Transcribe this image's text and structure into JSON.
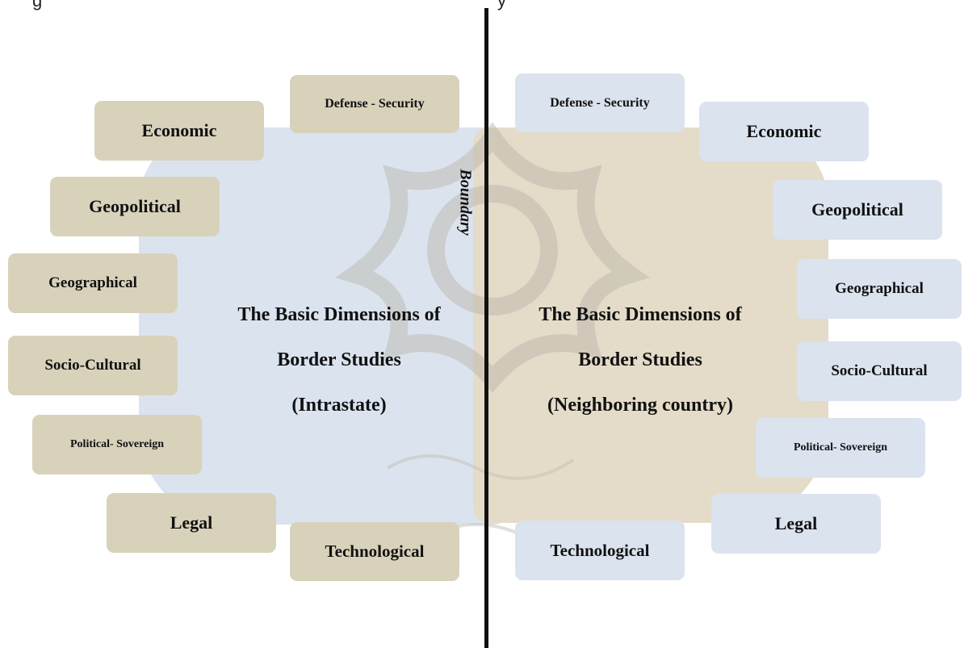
{
  "caption": {
    "left": "g",
    "right": "y"
  },
  "boundary_label": "Boundary",
  "left_panel": {
    "title_lines": [
      "The Basic Dimensions of",
      "Border Studies",
      "(Intrastate)"
    ],
    "boxes": {
      "defense": "Defense - Security",
      "economic": "Economic",
      "geopolitical": "Geopolitical",
      "geographical": "Geographical",
      "socio_cultural": "Socio-Cultural",
      "political": "Political- Sovereign",
      "legal": "Legal",
      "technological": "Technological"
    }
  },
  "right_panel": {
    "title_lines": [
      "The Basic Dimensions of",
      "Border Studies",
      "(Neighboring country)"
    ],
    "boxes": {
      "defense": "Defense - Security",
      "economic": "Economic",
      "geopolitical": "Geopolitical",
      "geographical": "Geographical",
      "socio_cultural": "Socio-Cultural",
      "political": "Political- Sovereign",
      "legal": "Legal",
      "technological": "Technological"
    }
  },
  "colors": {
    "tan": "#d9d2bb",
    "blue": "#dbe3ef",
    "divider": "#111111"
  }
}
